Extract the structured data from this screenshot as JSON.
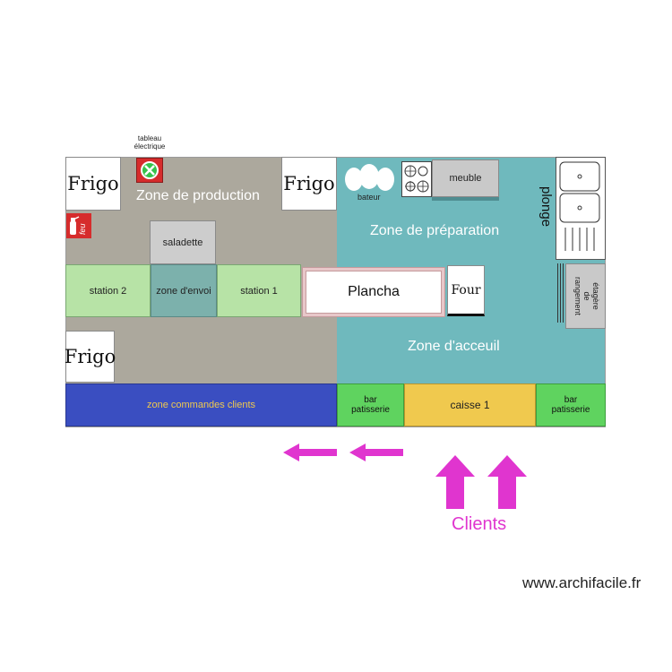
{
  "labels": {
    "tableau": [
      "tableau",
      "électrique"
    ],
    "frigo_1": "Frigo",
    "frigo_2": "Frigo",
    "frigo_3": "Frigo",
    "zone_production": "Zone de production",
    "zone_preparation": "Zone de préparation",
    "zone_accueil": "Zone d'acceuil",
    "saladette": "saladette",
    "station_2": "station 2",
    "zone_envoi": "zone d'envoi",
    "station_1": "station 1",
    "plancha": "Plancha",
    "four": "Four",
    "bateur": "bateur",
    "meuble": "meuble",
    "plonge": "plonge",
    "etagere": [
      "étagère",
      "de",
      "rangement"
    ],
    "zone_commandes": "zone commandes clients",
    "bar_left": [
      "bar",
      "patisserie"
    ],
    "caisse": "caisse 1",
    "bar_right": [
      "bar",
      "patisserie"
    ],
    "extinguisher": "feu",
    "clients": "Clients",
    "watermark": "www.archifacile.fr"
  },
  "colors": {
    "production": "#aca89d",
    "preparation": "#6fb9bd",
    "commandes": "#3a4ec1",
    "bar": "#5fd35f",
    "caisse": "#f0c94e",
    "station": "#b7e3a6",
    "zone_envoi": "#7cb1ac",
    "arrow": "#e035cf",
    "clients_text": "#e035cf"
  }
}
